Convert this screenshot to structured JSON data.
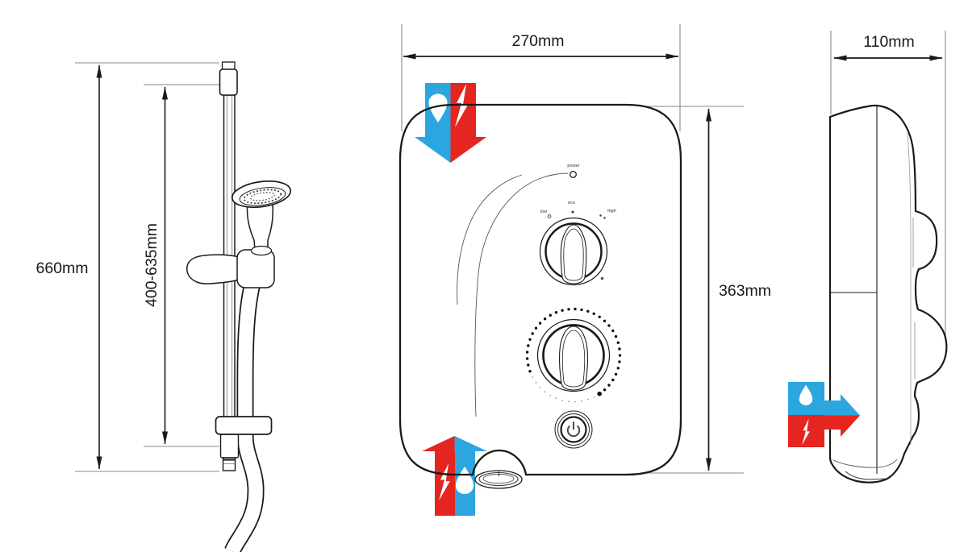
{
  "left_diagram": {
    "overall_height": "660mm",
    "handset_height_range": "400-635mm"
  },
  "front_view": {
    "width": "270mm",
    "height": "363mm",
    "controls": {
      "power_led_label": "power",
      "selector_low": "low",
      "selector_eco": "eco",
      "selector_high": "high"
    }
  },
  "side_view": {
    "depth": "110mm"
  },
  "icons": {
    "top_entry_icon": {
      "name": "water-electric-top-entry-arrow",
      "glyphs": [
        "water-drop",
        "lightning-bolt"
      ],
      "direction": "down"
    },
    "bottom_entry_icon": {
      "name": "electric-water-bottom-entry-arrow",
      "glyphs": [
        "lightning-bolt",
        "water-drop"
      ],
      "direction": "up"
    },
    "rear_entry_icon": {
      "name": "water-electric-rear-entry-arrow",
      "glyphs": [
        "water-drop",
        "lightning-bolt"
      ],
      "direction": "right"
    }
  },
  "colors": {
    "water_blue": "#2BA6DF",
    "electric_red": "#E52520",
    "line_black": "#1a1a1a",
    "reference_gray": "#8a8a8a"
  }
}
